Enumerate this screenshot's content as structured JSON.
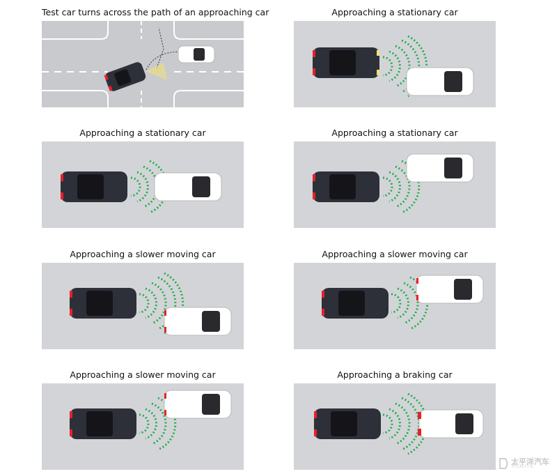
{
  "panels": [
    {
      "title": "Test car turns across the path of an approaching car",
      "scenario": "turn-across-path"
    },
    {
      "title": "Approaching a stationary car",
      "scenario": "stationary-right"
    },
    {
      "title": "Approaching a stationary car",
      "scenario": "stationary-center"
    },
    {
      "title": "Approaching a stationary car",
      "scenario": "stationary-left-offset"
    },
    {
      "title": "Approaching a slower moving car",
      "scenario": "slower-right"
    },
    {
      "title": "Approaching a slower moving car",
      "scenario": "slower-left-offset"
    },
    {
      "title": "Approaching a slower moving car",
      "scenario": "slower-left-offset-2"
    },
    {
      "title": "Approaching a braking car",
      "scenario": "braking"
    }
  ],
  "watermark": {
    "main": "太平洋汽车",
    "sub": "PCAUTO"
  },
  "colors": {
    "road": "#d3d4d8",
    "sensor_green": "#1fb04a",
    "test_car": "#2d3038",
    "target_car": "#ffffff",
    "brake_light": "#e8202a"
  }
}
